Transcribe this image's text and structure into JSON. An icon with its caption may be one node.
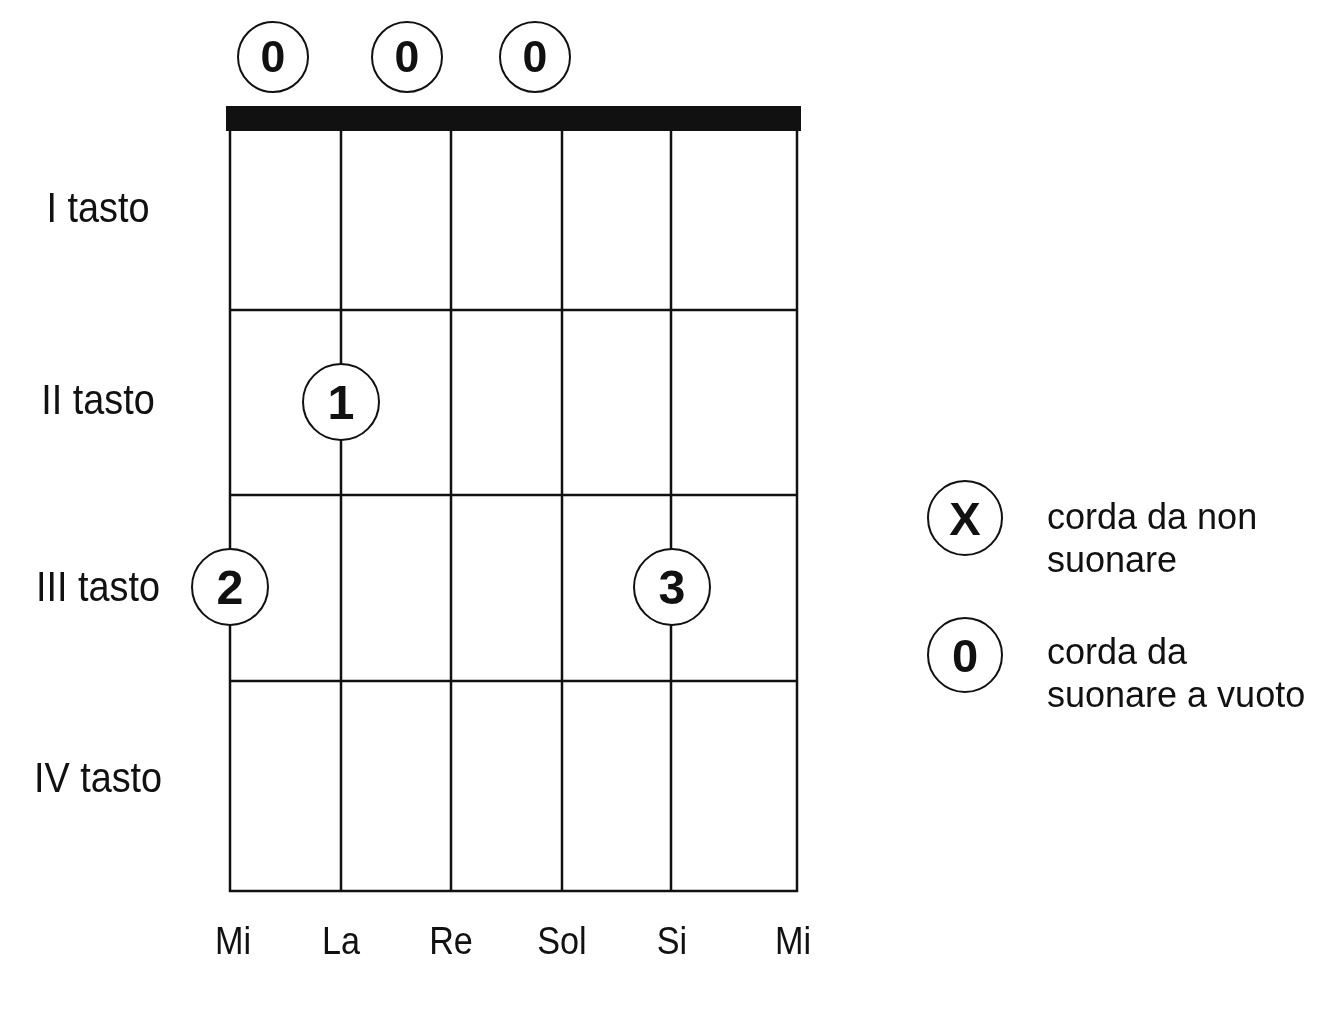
{
  "diagram": {
    "nodes": [
      {
        "text": [
          "0"
        ]
      },
      {
        "text": [
          "0"
        ]
      },
      {
        "text": [
          "0"
        ]
      },
      {
        "text": [
          "1"
        ]
      },
      {
        "text": [
          "2"
        ]
      },
      {
        "text": [
          "3"
        ]
      },
      {
        "text": [
          "X"
        ],
        "beside": [
          "corda da non suonare"
        ]
      },
      {
        "text": [
          "0"
        ],
        "beside": [
          "corda da suonare a vuoto"
        ]
      }
    ],
    "labels": [
      "I tasto",
      "II tasto",
      "III tasto",
      "IV tasto",
      "Mi",
      "La",
      "Re",
      "Sol",
      "Si",
      "Mi"
    ]
  }
}
